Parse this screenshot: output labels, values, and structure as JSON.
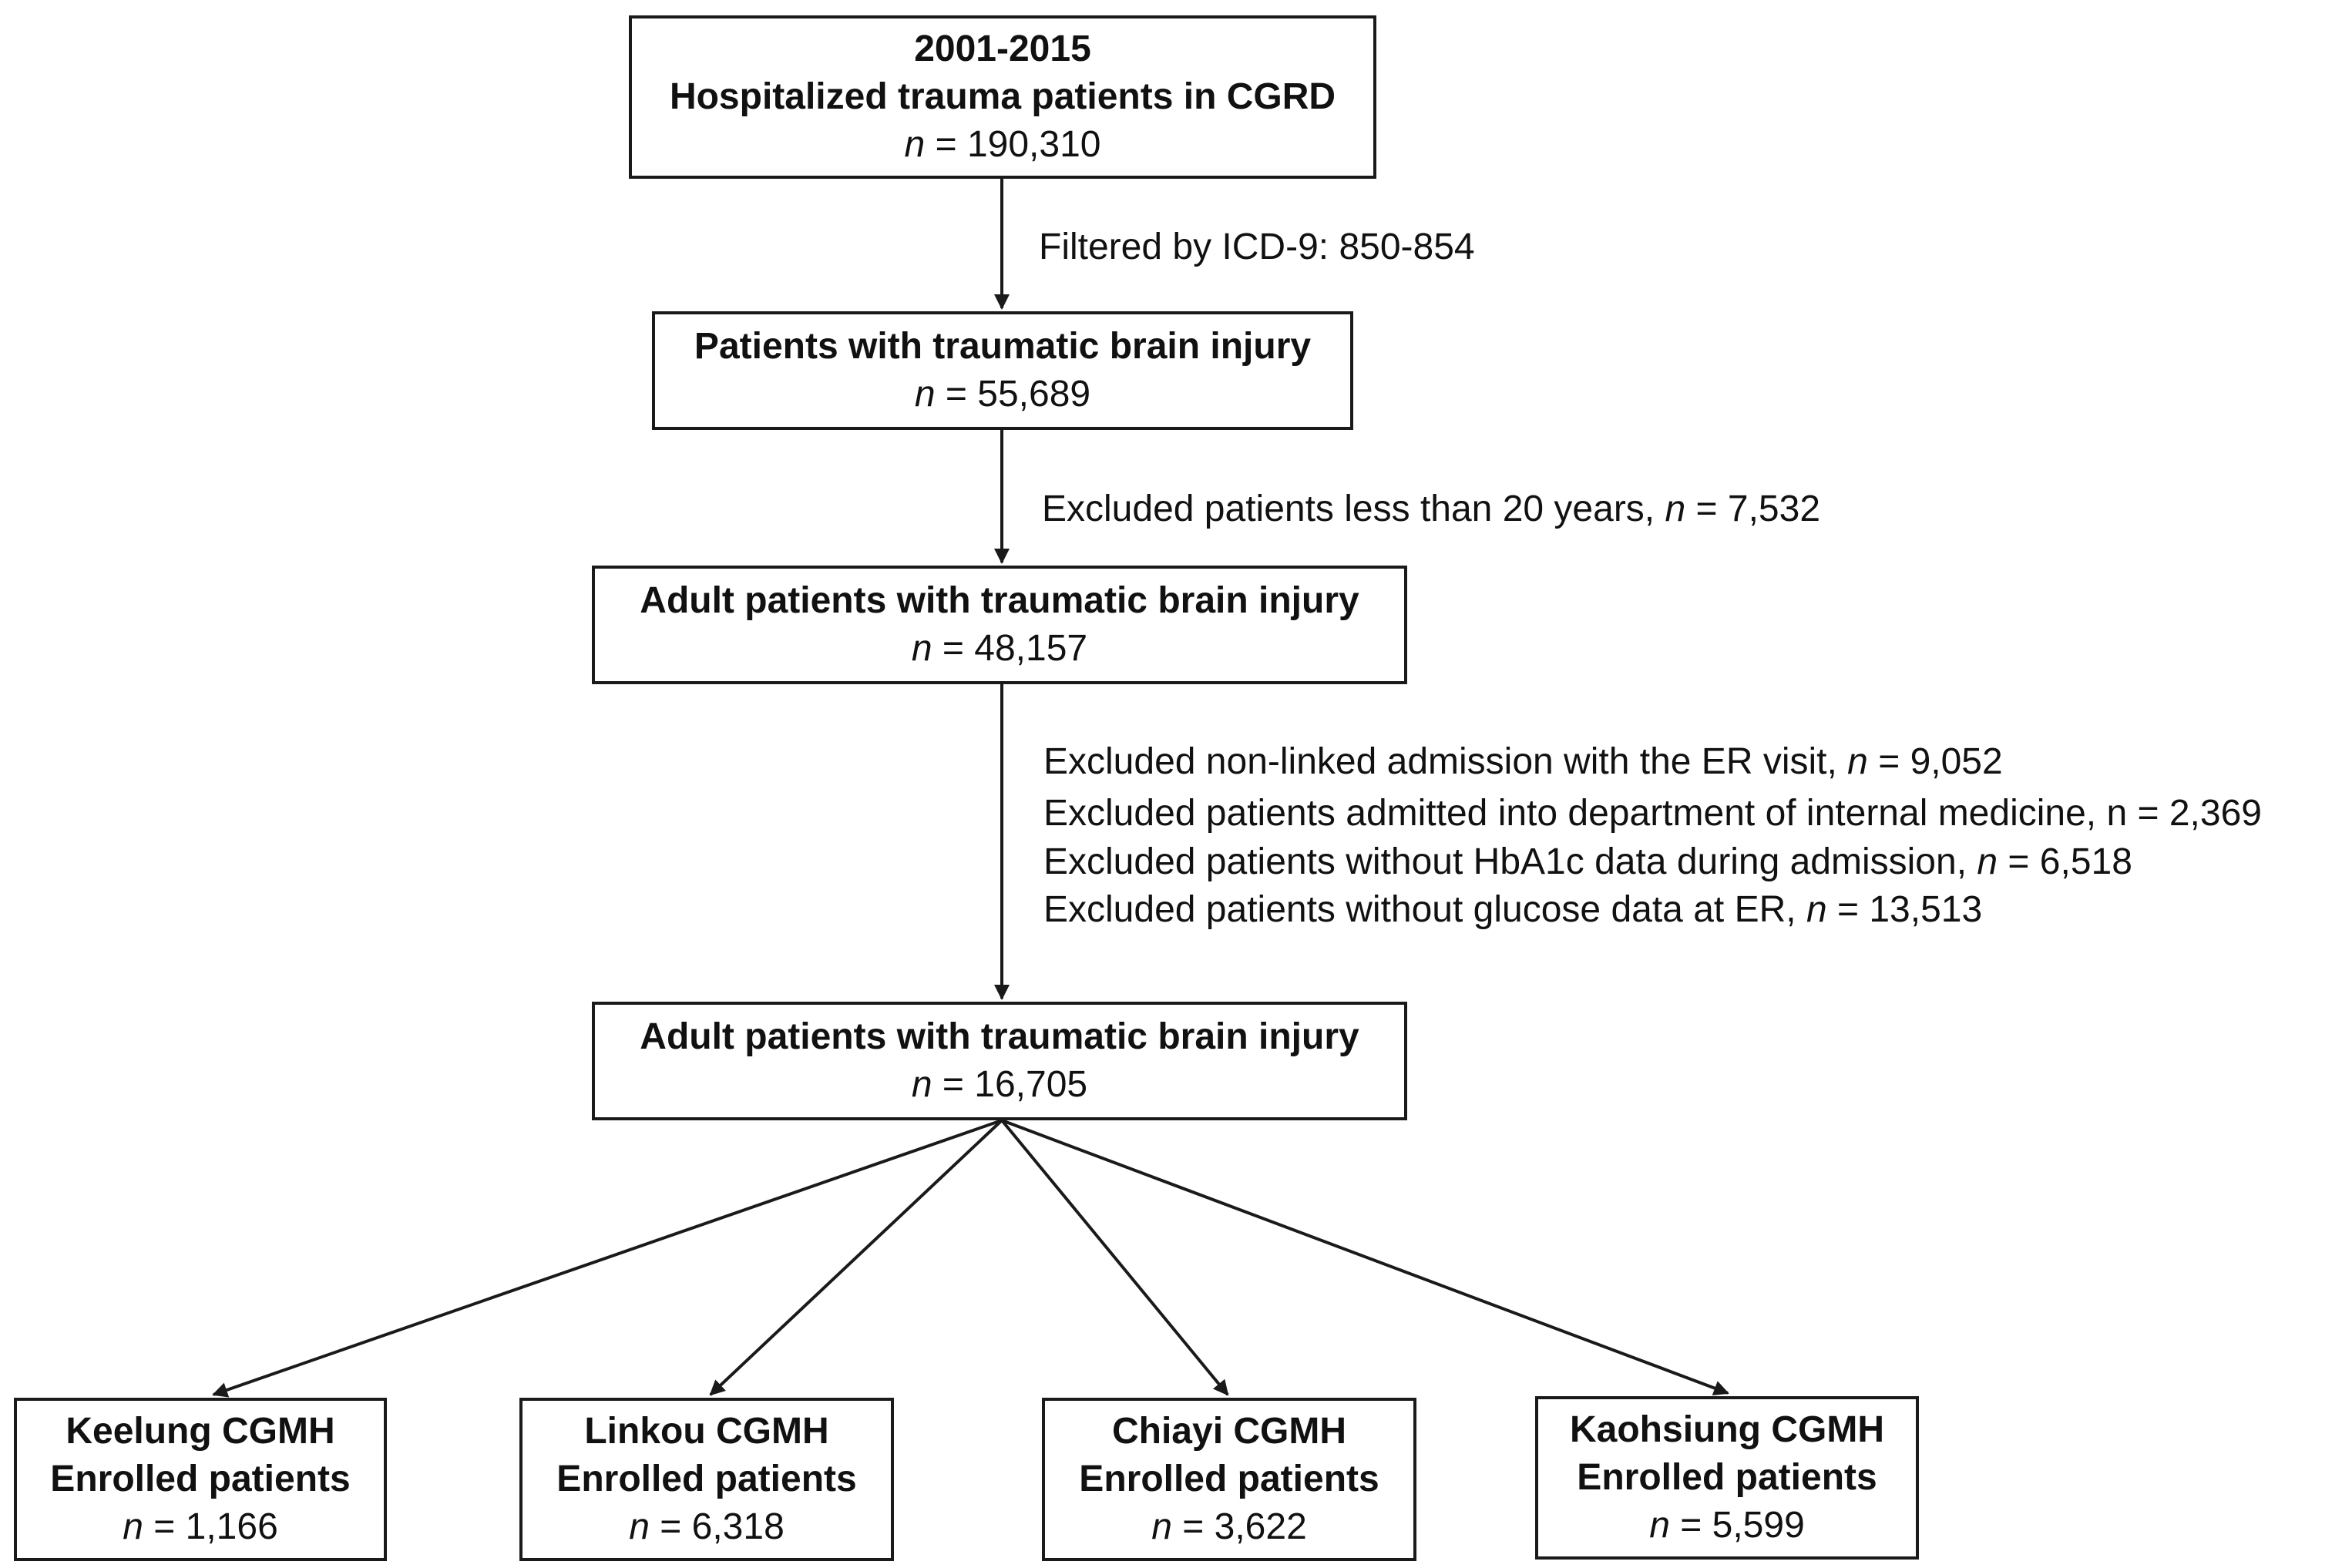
{
  "boxes": {
    "b1": {
      "title_top": "2001-2015",
      "title": "Hospitalized trauma patients in CGRD",
      "n_sym": "n",
      "n_value": "= 190,310"
    },
    "b2": {
      "title": "Patients with traumatic brain injury",
      "n_sym": "n",
      "n_value": "= 55,689"
    },
    "b3": {
      "title": "Adult patients with traumatic brain injury",
      "n_sym": "n",
      "n_value": "= 48,157"
    },
    "b4": {
      "title": "Adult patients with traumatic brain injury",
      "n_sym": "n",
      "n_value": "= 16,705"
    },
    "keelung": {
      "site": "Keelung CGMH",
      "label": "Enrolled patients",
      "n_sym": "n",
      "n_value": "= 1,166"
    },
    "linkou": {
      "site": "Linkou CGMH",
      "label": "Enrolled patients",
      "n_sym": "n",
      "n_value": "= 6,318"
    },
    "chiayi": {
      "site": "Chiayi CGMH",
      "label": "Enrolled patients",
      "n_sym": "n",
      "n_value": "= 3,622"
    },
    "kaohsiung": {
      "site": "Kaohsiung CGMH",
      "label": "Enrolled patients",
      "n_sym": "n",
      "n_value": "= 5,599"
    }
  },
  "steps": {
    "s1": "Filtered by ICD-9: 850-854",
    "s2": {
      "text": "Excluded patients less than  20 years, ",
      "n_sym": "n",
      "n_value": " = 7,532"
    },
    "s3": [
      {
        "text": "Excluded non-linked admission with the ER visit, ",
        "n_sym": "n",
        "n_value": " = 9,052"
      },
      {
        "text": "Excluded patients admitted into department of internal medicine, n = 2,369"
      },
      {
        "text": "Excluded patients without HbA1c data during admission, ",
        "n_sym": "n",
        "n_value": " = 6,518"
      },
      {
        "text": "Excluded patients without glucose data at ER, ",
        "n_sym": "n",
        "n_value": " = 13,513"
      }
    ]
  },
  "colors": {
    "stroke": "#1a1a1a",
    "text": "#111111",
    "background": "#ffffff"
  }
}
